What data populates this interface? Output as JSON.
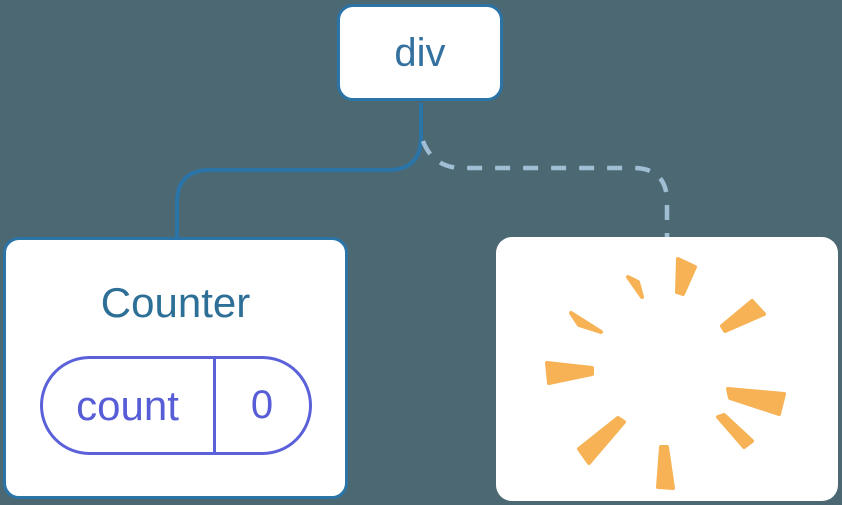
{
  "figure": {
    "kind": "react-render-tree-diagram",
    "background": "#4C6873"
  },
  "tree": {
    "root": {
      "label": "div"
    },
    "children": [
      {
        "label": "Counter",
        "state": {
          "name": "count",
          "value": "0"
        },
        "link_style": "solid"
      },
      {
        "label": "",
        "icon": "poof-icon",
        "link_style": "dashed"
      }
    ]
  },
  "colors": {
    "background": "#4C6873",
    "node_background": "#FFFFFF",
    "node_border_blue": "#2B74A8",
    "node_text_blue": "#35719F",
    "counter_title_blue": "#2D6F96",
    "solid_link_blue": "#2B74A8",
    "dashed_link_blue": "#9FBDD3",
    "state_pill_purple": "#5B61D9",
    "state_text_purple": "#575DD6",
    "poof_orange": "#F6B254"
  }
}
